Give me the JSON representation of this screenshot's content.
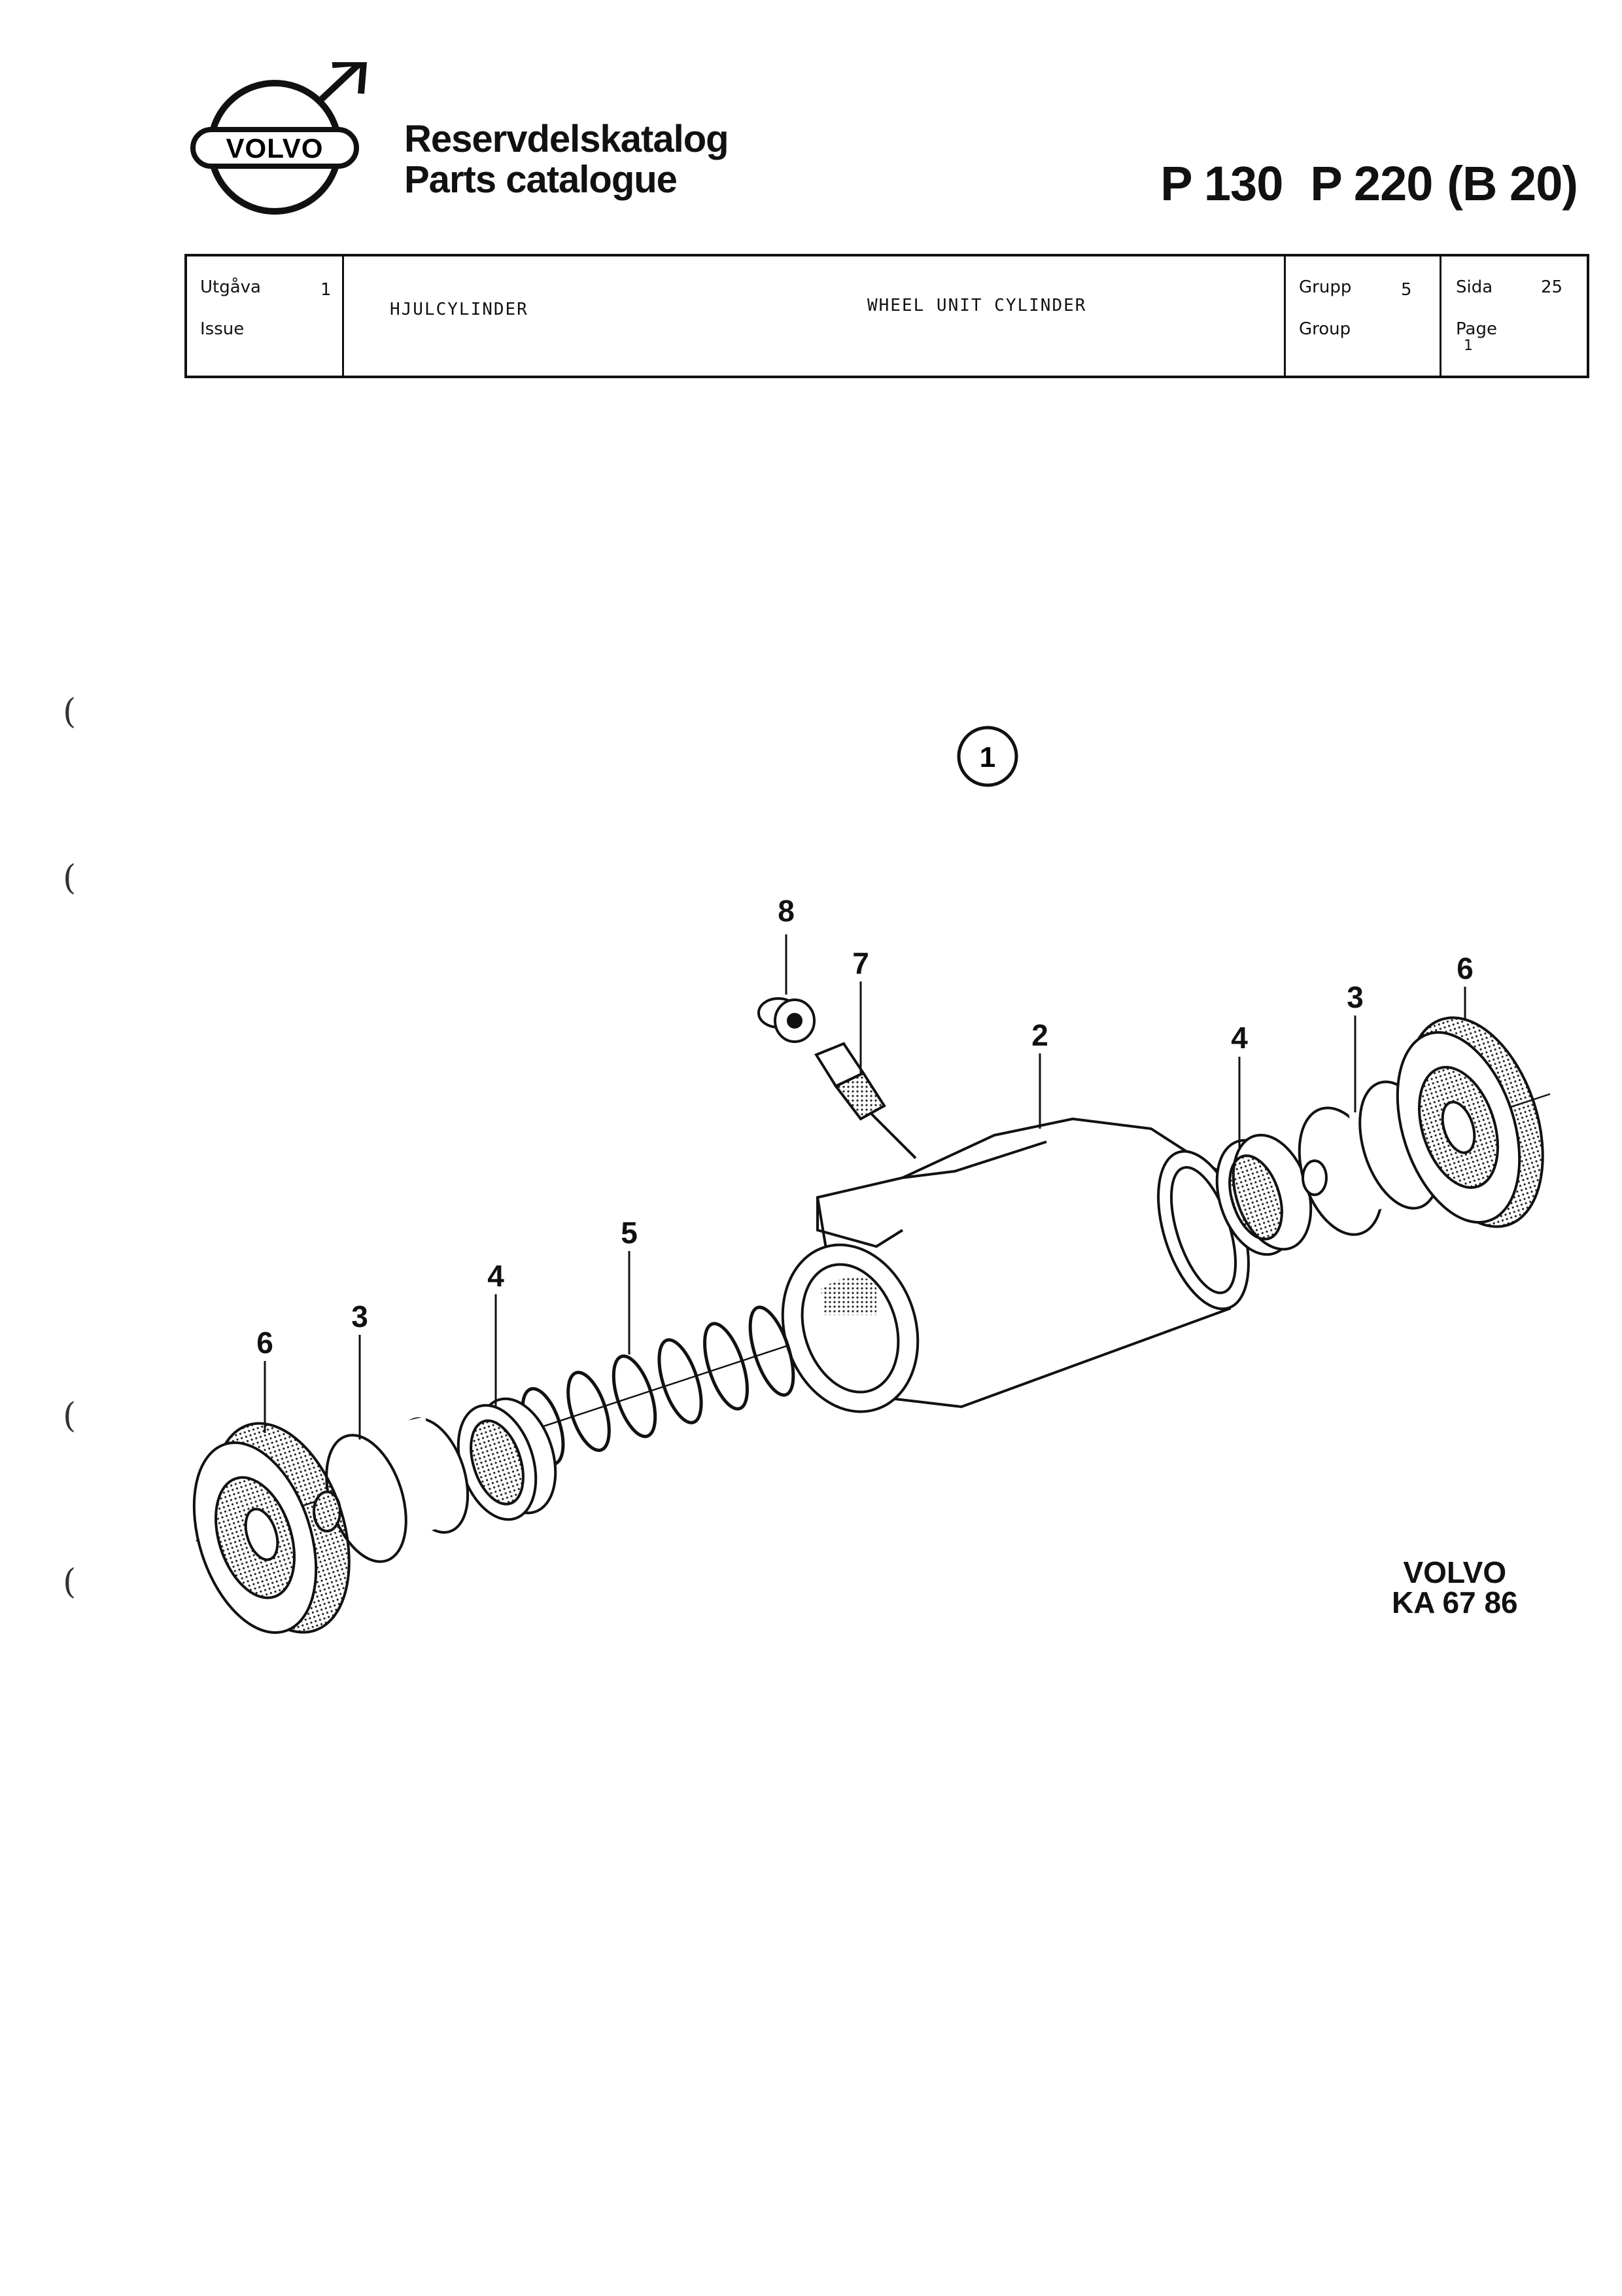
{
  "header": {
    "title_sv": "Reservdelskatalog",
    "title_en": "Parts catalogue",
    "models": [
      "P 130",
      "P 220",
      "(B 20)"
    ],
    "brand_logo": "VOLVO"
  },
  "info_table": {
    "issue_label_sv": "Utgåva",
    "issue_label_en": "Issue",
    "issue_value": "1",
    "title_sv": "HJULCYLINDER",
    "title_en": "WHEEL UNIT CYLINDER",
    "group_label_sv": "Grupp",
    "group_label_en": "Group",
    "group_value": "5",
    "page_label_sv": "Sida",
    "page_label_en": "Page",
    "page_value": "25",
    "page_subvalue": "1"
  },
  "diagram": {
    "figure_number": "1",
    "callouts": [
      "8",
      "7",
      "2",
      "4",
      "3",
      "6",
      "5",
      "4",
      "3",
      "6"
    ],
    "figure_code_brand": "VOLVO",
    "figure_code": "KA 67 86"
  },
  "margin_marks": [
    "(",
    "(",
    "(",
    "("
  ]
}
